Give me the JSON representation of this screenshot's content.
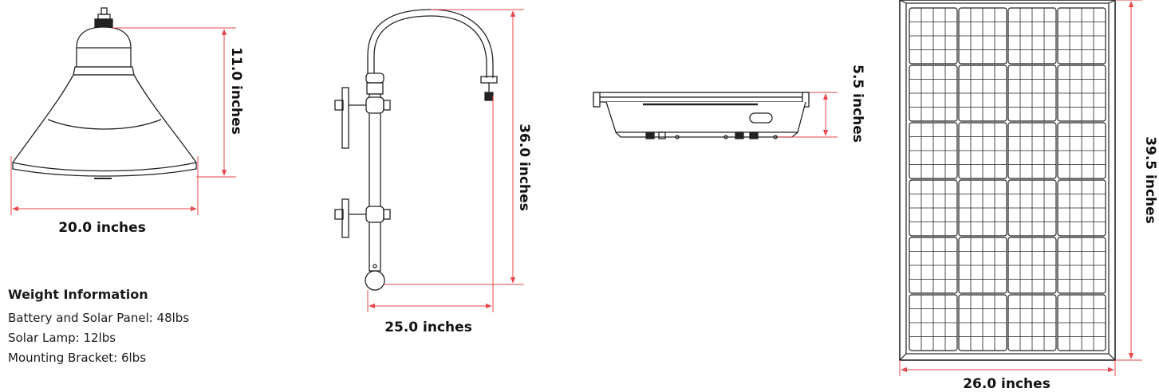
{
  "lamp": {
    "width_label": "20.0 inches",
    "height_label": "11.0 inches"
  },
  "bracket": {
    "width_label": "25.0 inches",
    "height_label": "36.0 inches"
  },
  "battery_box": {
    "height_label": "5.5 inches"
  },
  "solar_panel": {
    "width_label": "26.0 inches",
    "height_label": "39.5 inches"
  },
  "weight_info": {
    "title": "Weight Information",
    "lines": [
      "Battery and Solar Panel: 48lbs",
      "Solar Lamp: 12lbs",
      "Mounting Bracket: 6lbs"
    ]
  },
  "colors": {
    "dimension_line": "#e8474b",
    "outline": "#222222"
  }
}
